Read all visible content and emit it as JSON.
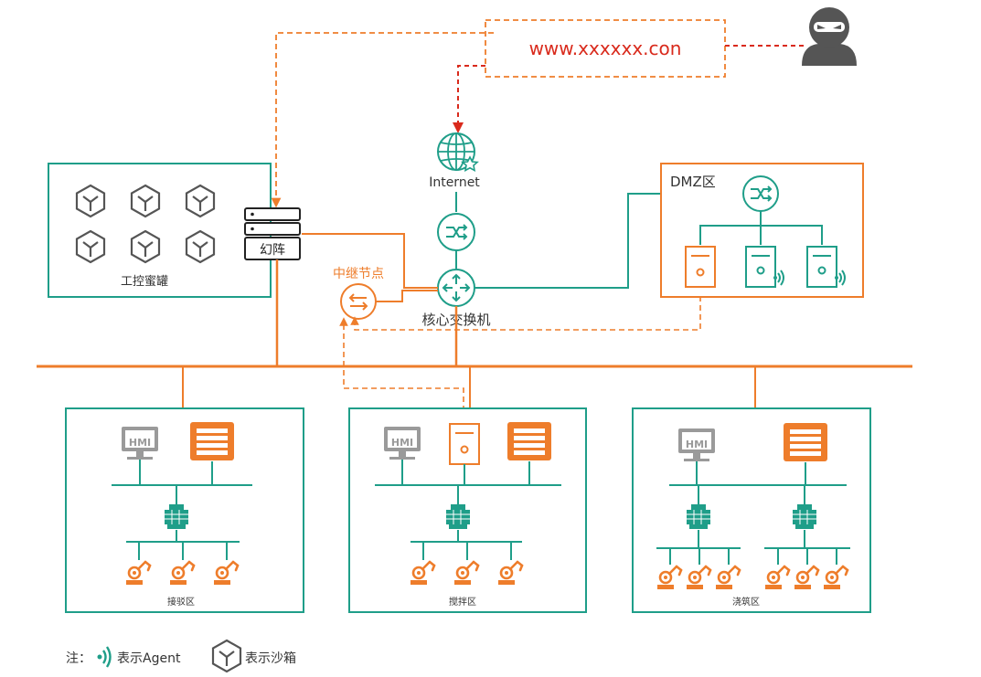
{
  "colors": {
    "teal": "#1f9e89",
    "orange": "#ee7d2b",
    "red": "#d92a1c",
    "gray": "#555555",
    "hmi_gray": "#9a9a9a"
  },
  "attacker": {
    "url": "www.xxxxxx.con",
    "icon": "hacker-icon"
  },
  "internet_label": "Internet",
  "honeypot": {
    "label": "工控蜜罐",
    "sandbox_icon": "sandbox-icon"
  },
  "phantom": {
    "label": "幻阵",
    "icon": "server-rack-icon"
  },
  "relay": {
    "label": "中继节点",
    "icon": "relay-swap-icon"
  },
  "core": {
    "label": "核心交换机",
    "icon": "router-icon"
  },
  "dmz": {
    "label": "DMZ区"
  },
  "zones": [
    {
      "label": "接驳区",
      "hmi": "HMI"
    },
    {
      "label": "搅拌区",
      "hmi": "HMI"
    },
    {
      "label": "浇筑区",
      "hmi": "HMI"
    }
  ],
  "legend": {
    "prefix": "注：",
    "agent_label": "表示Agent",
    "agent_icon": "agent-wave-icon",
    "sandbox_label": "表示沙箱",
    "sandbox_icon": "sandbox-icon"
  }
}
